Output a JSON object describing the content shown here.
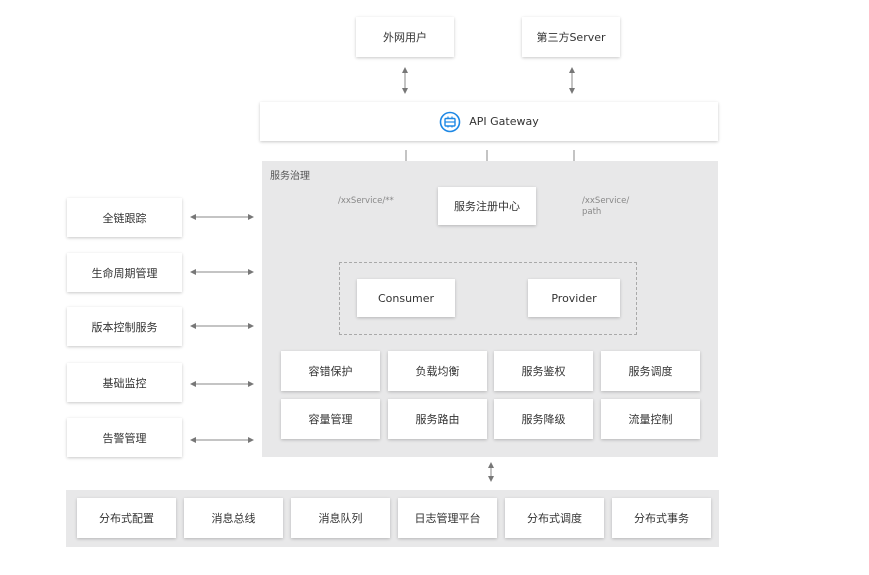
{
  "top": {
    "external_user": "外网用户",
    "third_party_server": "第三方Server"
  },
  "gateway": {
    "label": "API Gateway",
    "icon": "gateway-icon",
    "accent": "#1e88e5"
  },
  "governance": {
    "title": "服务治理",
    "registry": "服务注册中心",
    "consumer": "Consumer",
    "provider": "Provider",
    "route_left": "/xxService/**",
    "route_right_1": "/xxService/",
    "route_right_2": "path",
    "features_row1": [
      "容错保护",
      "负载均衡",
      "服务鉴权",
      "服务调度"
    ],
    "features_row2": [
      "容量管理",
      "服务路由",
      "服务降级",
      "流量控制"
    ]
  },
  "left_tools": [
    "全链跟踪",
    "生命周期管理",
    "版本控制服务",
    "基础监控",
    "告警管理"
  ],
  "infrastructure": [
    "分布式配置",
    "消息总线",
    "消息队列",
    "日志管理平台",
    "分布式调度",
    "分布式事务"
  ]
}
